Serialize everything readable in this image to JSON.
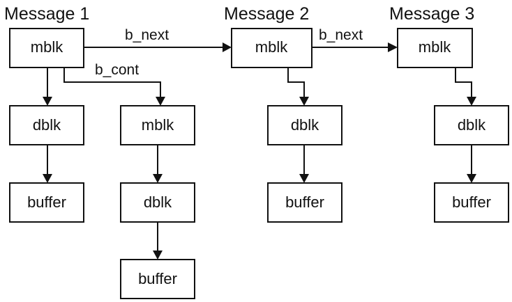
{
  "diagram": {
    "titles": {
      "message1": "Message 1",
      "message2": "Message 2",
      "message3": "Message 3"
    },
    "labels": {
      "b_next_1": "b_next",
      "b_next_2": "b_next",
      "b_cont": "b_cont"
    },
    "boxes": {
      "m1_mblk": "mblk",
      "m1_dblk": "dblk",
      "m1_buffer": "buffer",
      "m1c_mblk": "mblk",
      "m1c_dblk": "dblk",
      "m1c_buffer": "buffer",
      "m2_mblk": "mblk",
      "m2_dblk": "dblk",
      "m2_buffer": "buffer",
      "m3_mblk": "mblk",
      "m3_dblk": "dblk",
      "m3_buffer": "buffer"
    }
  }
}
